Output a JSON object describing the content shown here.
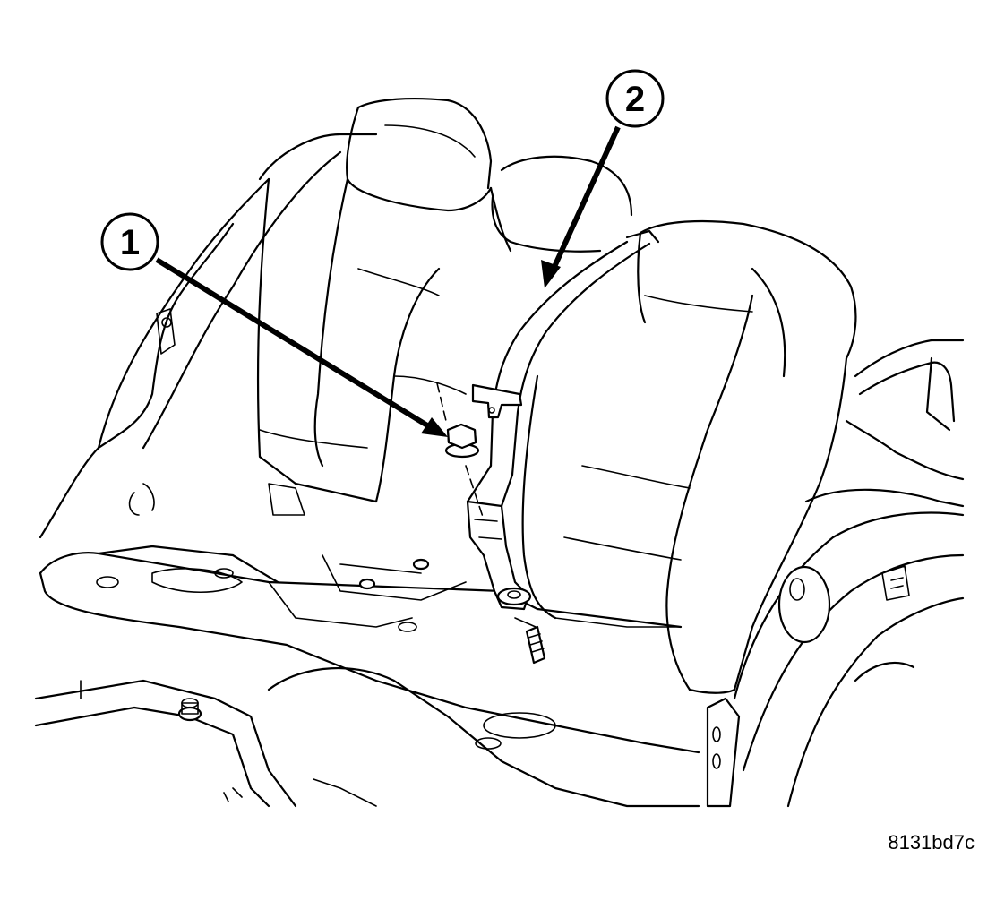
{
  "callouts": [
    {
      "id": "1",
      "label": "1"
    },
    {
      "id": "2",
      "label": "2"
    }
  ],
  "figure_code": "8131bd7c",
  "icons": [
    "rear-seat-belt-installation-illustration",
    "nut-icon",
    "seat-belt-webbing-icon"
  ],
  "colors": {
    "line": "#000000",
    "background": "#ffffff"
  }
}
